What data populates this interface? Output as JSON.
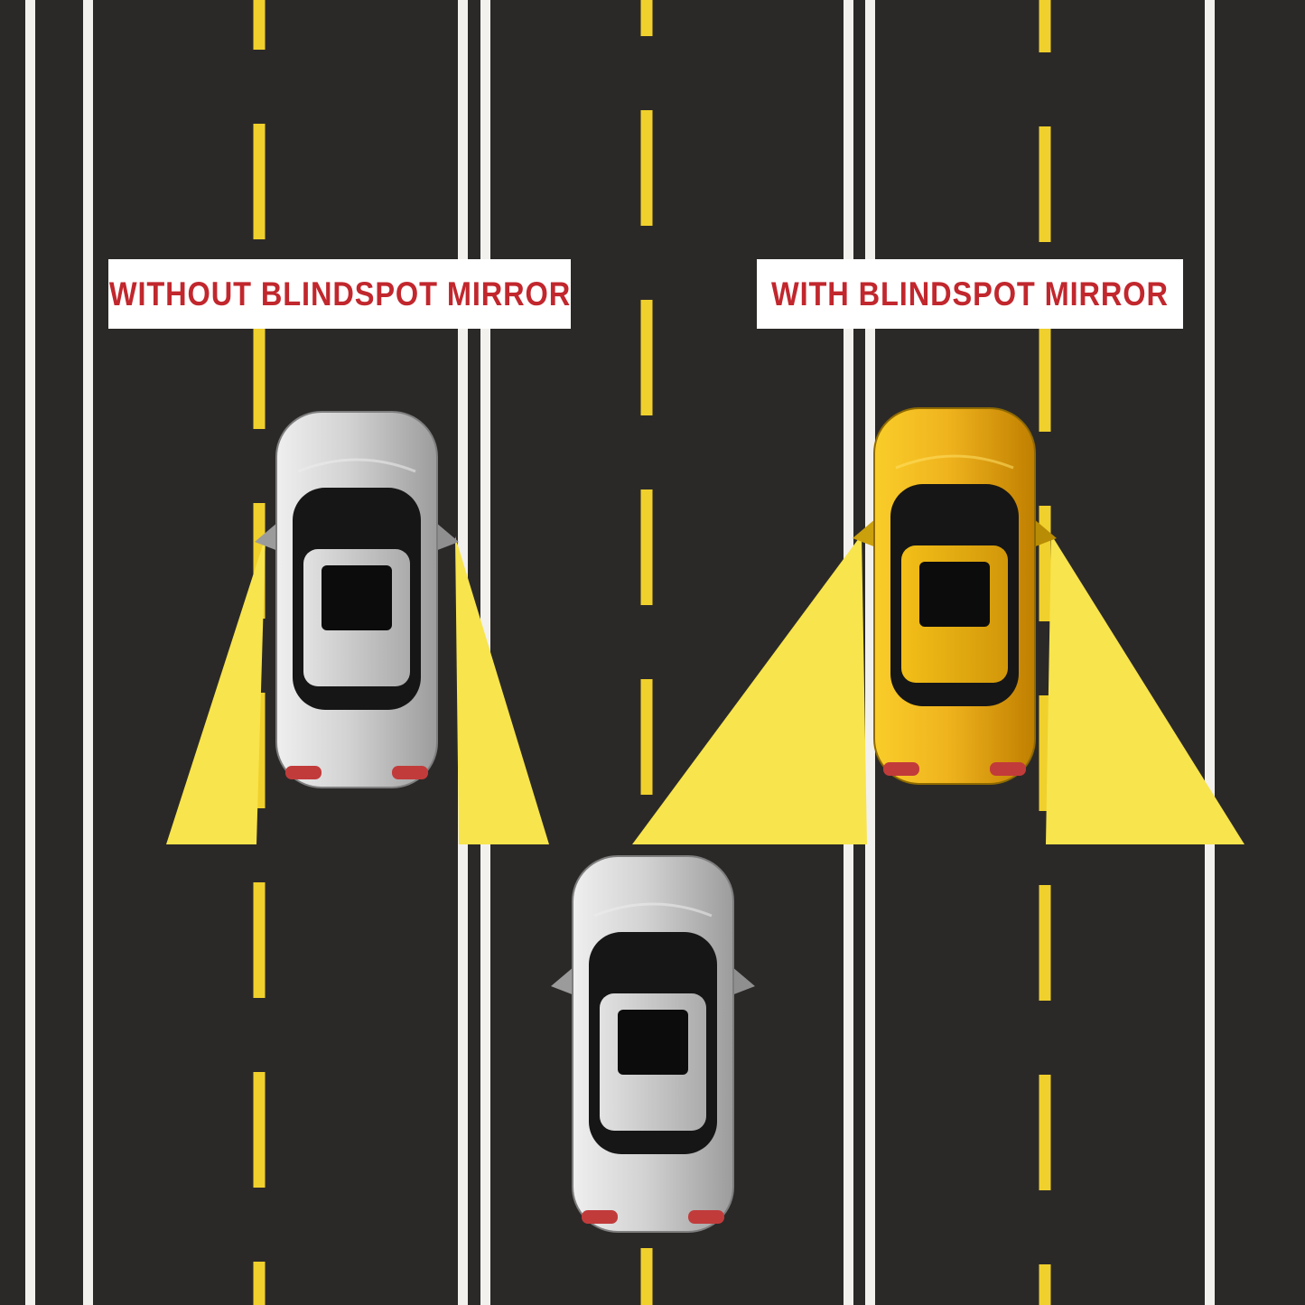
{
  "page": {
    "kind": "blind-spot-mirror-comparison-infographic",
    "description": "Top-down road scene comparing mirror field of view with and without a blindspot mirror"
  },
  "banners": {
    "left": {
      "label": "WITHOUT BLINDSPOT MIRROR"
    },
    "right": {
      "label": "WITH BLINDSPOT MIRROR"
    }
  },
  "colors": {
    "road": "#2b2928",
    "lane_line_white": "#f3f1ed",
    "dash_yellow": "#f0d02c",
    "cone_yellow": "#f8e44c",
    "banner_bg": "#ffffff",
    "banner_text_red": "#c1272d",
    "car_silver": "#c9c9c9",
    "car_yellow": "#f0b41e",
    "taillight_red": "#c23b3b"
  },
  "scene": {
    "cars": [
      {
        "name": "silver-car-left",
        "color": "silver",
        "mirror_coverage": "narrow"
      },
      {
        "name": "yellow-car-right",
        "color": "yellow",
        "mirror_coverage": "wide"
      },
      {
        "name": "silver-car-bottom",
        "color": "silver",
        "mirror_coverage": "none"
      }
    ],
    "lane_markings": {
      "solid_white_lines": 7,
      "dashed_yellow_lines": 3
    }
  }
}
